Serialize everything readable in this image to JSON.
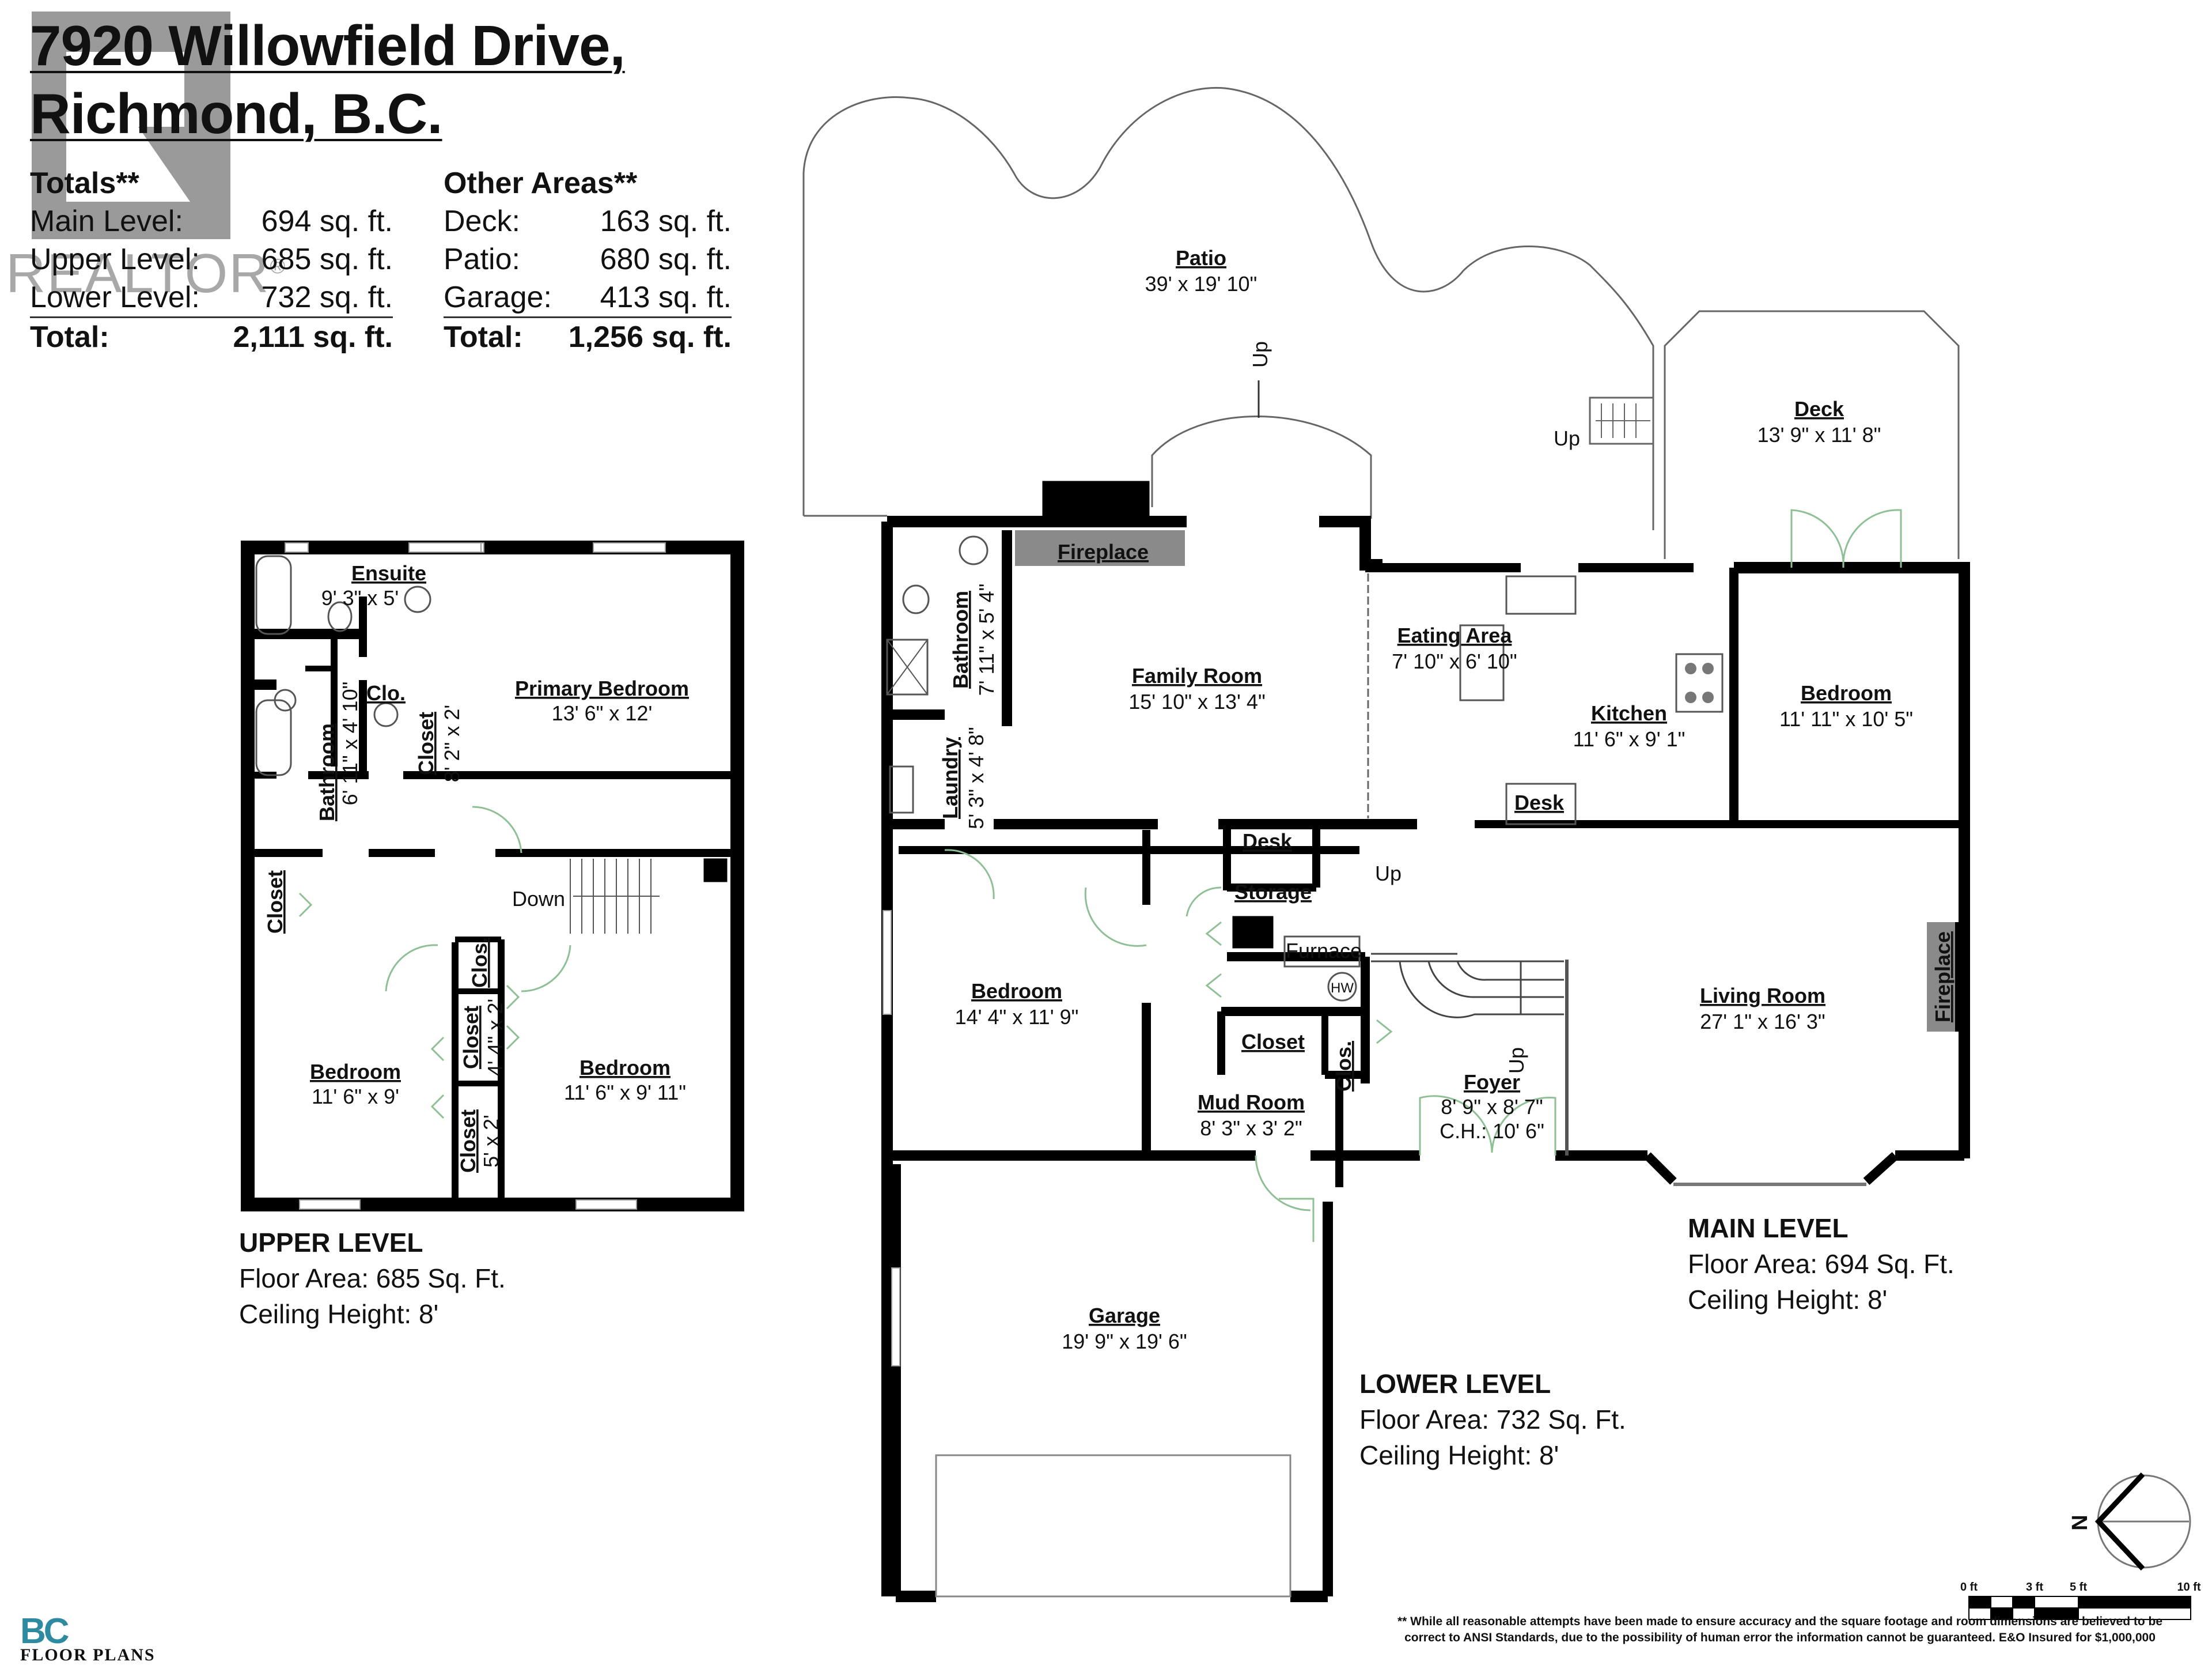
{
  "header": {
    "address_line1": "7920 Willowfield Drive,",
    "address_line2": "Richmond, B.C."
  },
  "watermark": {
    "text": "REALTOR",
    "registered": "®"
  },
  "totals": {
    "heading": "Totals**",
    "rows": [
      {
        "label": "Main Level:",
        "value": "694 sq. ft."
      },
      {
        "label": "Upper Level:",
        "value": "685 sq. ft."
      },
      {
        "label": "Lower Level:",
        "value": "732 sq. ft."
      }
    ],
    "total_label": "Total:",
    "total_value": "2,111 sq. ft."
  },
  "other_areas": {
    "heading": "Other Areas**",
    "rows": [
      {
        "label": "Deck:",
        "value": "163 sq. ft."
      },
      {
        "label": "Patio:",
        "value": "680 sq. ft."
      },
      {
        "label": "Garage:",
        "value": "413 sq. ft."
      }
    ],
    "total_label": "Total:",
    "total_value": "1,256 sq. ft."
  },
  "upper_level": {
    "title": "UPPER LEVEL",
    "floor_area": "Floor Area: 685 Sq. Ft.",
    "ceiling": "Ceiling Height:  8'",
    "rooms": {
      "ensuite": {
        "name": "Ensuite",
        "dim": "9' 3\" x 5'"
      },
      "primary_bedroom": {
        "name": "Primary Bedroom",
        "dim": "13' 6\" x 12'"
      },
      "clo": {
        "name": "Clo."
      },
      "bathroom": {
        "name": "Bathroom",
        "dim": "6' 11\" x 4' 10\""
      },
      "closet_primary": {
        "name": "Closet",
        "dim": "8' 2\" x 2'"
      },
      "closet_hall": {
        "name": "Closet"
      },
      "down": "Down",
      "clos_small": {
        "name": "Clos."
      },
      "closet_mid": {
        "name": "Closet",
        "dim": "4' 4\" x 2'"
      },
      "closet_low": {
        "name": "Closet",
        "dim": "5' x 2'"
      },
      "bedroom_left": {
        "name": "Bedroom",
        "dim": "11' 6\" x 9'"
      },
      "bedroom_right": {
        "name": "Bedroom",
        "dim": "11' 6\" x 9' 11\""
      }
    }
  },
  "main_level": {
    "title": "MAIN LEVEL",
    "floor_area": "Floor Area:  694 Sq. Ft.",
    "ceiling": "Ceiling Height: 8'",
    "rooms": {
      "patio": {
        "name": "Patio",
        "dim": "39' x 19' 10\""
      },
      "patio_up": "Up",
      "deck": {
        "name": "Deck",
        "dim": "13' 9\" x 11' 8\""
      },
      "deck_up": "Up",
      "fireplace_family": "Fireplace",
      "family_room": {
        "name": "Family Room",
        "dim": "15' 10\" x 13' 4\""
      },
      "bathroom": {
        "name": "Bathroom",
        "dim": "7' 11\" x 5' 4\""
      },
      "laundry": {
        "name": "Laundry",
        "dim": "5' 3\" x 4' 8\""
      },
      "eating_area": {
        "name": "Eating Area",
        "dim": "7' 10\" x 6' 10\""
      },
      "kitchen": {
        "name": "Kitchen",
        "dim": "11' 6\" x 9' 1\""
      },
      "kitchen_desk": "Desk",
      "bedroom": {
        "name": "Bedroom",
        "dim": "11' 11\" x 10' 5\""
      },
      "desk": "Desk",
      "stair_up": "Up",
      "storage": "Storage",
      "furnace": "Furnace",
      "hw": "HW",
      "living_room": {
        "name": "Living Room",
        "dim": "27' 1\" x 16' 3\""
      },
      "fireplace_living": "Fireplace",
      "foyer": {
        "name": "Foyer",
        "dim": "8' 9\" x 8' 7\"",
        "ch": "C.H.: 10' 6\""
      },
      "foyer_up": "Up",
      "closet": "Closet",
      "clos": "Clos."
    }
  },
  "lower_level": {
    "title": "LOWER LEVEL",
    "floor_area": "Floor Area: 732 Sq. Ft.",
    "ceiling": "Ceiling Height: 8'",
    "rooms": {
      "bedroom": {
        "name": "Bedroom",
        "dim": "14' 4\" x 11' 9\""
      },
      "mud_room": {
        "name": "Mud Room",
        "dim": "8' 3\" x 3' 2\""
      },
      "garage": {
        "name": "Garage",
        "dim": "19' 9\" x 19' 6\""
      }
    }
  },
  "compass": {
    "label": "N"
  },
  "scale": {
    "ticks": [
      "0 ft",
      "3 ft",
      "5 ft",
      "10 ft"
    ]
  },
  "logo": {
    "bc": "BC",
    "subtitle": "FLOOR PLANS"
  },
  "disclaimer": {
    "line1": "** While all reasonable attempts have been made to ensure accuracy and the square footage and room dimensions are believed to be",
    "line2": "correct to ANSI Standards, due to the possibility of human error the information cannot be guaranteed. E&O Insured for $1,000,000"
  },
  "colors": {
    "wall": "#000000",
    "door_swing": "#8fbf95",
    "fireplace": "#8a8a8a",
    "watermark": "#9a9a9a",
    "logo_blue": "#2e8aa0"
  }
}
